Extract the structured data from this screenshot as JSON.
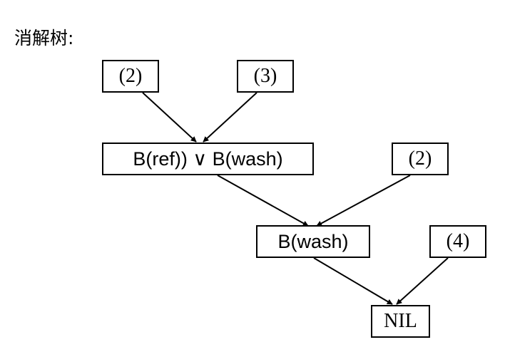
{
  "heading": "消解树:",
  "nodes": {
    "c2_top": "(2)",
    "c3_top": "(3)",
    "resolvent1": "B(ref)) ∨ B(wash)",
    "c2_mid": "(2)",
    "resolvent2": "B(wash)",
    "c4": "(4)",
    "nil": "NIL"
  },
  "colors": {
    "line": "#000000",
    "background": "#ffffff"
  }
}
